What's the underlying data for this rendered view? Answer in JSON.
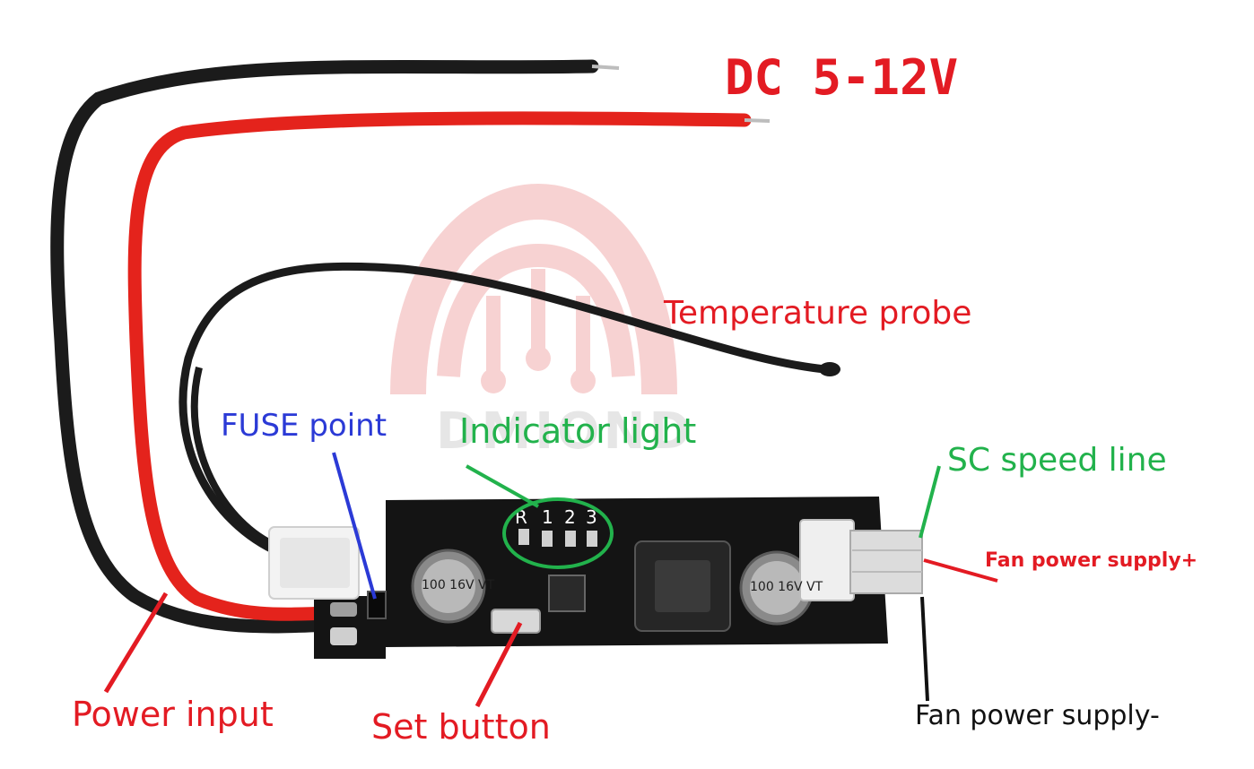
{
  "labels": {
    "voltage": "DC 5-12V",
    "temperature_probe": "Temperature probe",
    "fuse_point": "FUSE point",
    "indicator_light": "Indicator light",
    "sc_speed_line": "SC speed line",
    "fan_power_plus": "Fan power supply+",
    "fan_power_minus": "Fan power supply-",
    "power_input": "Power input",
    "set_button": "Set button"
  },
  "watermark": {
    "text": "DMIOND"
  },
  "board": {
    "led_labels": [
      "R",
      "1",
      "2",
      "3"
    ],
    "capacitor_text": "100 16V VT"
  },
  "colors": {
    "red_label": "#e31b23",
    "blue_label": "#2b3ad6",
    "green_label": "#22b24c",
    "black_label": "#111111",
    "red_wire": "#e4231c",
    "black_wire": "#1b1b1b",
    "pcb": "#141414",
    "watermark": "#f2b8b8"
  }
}
